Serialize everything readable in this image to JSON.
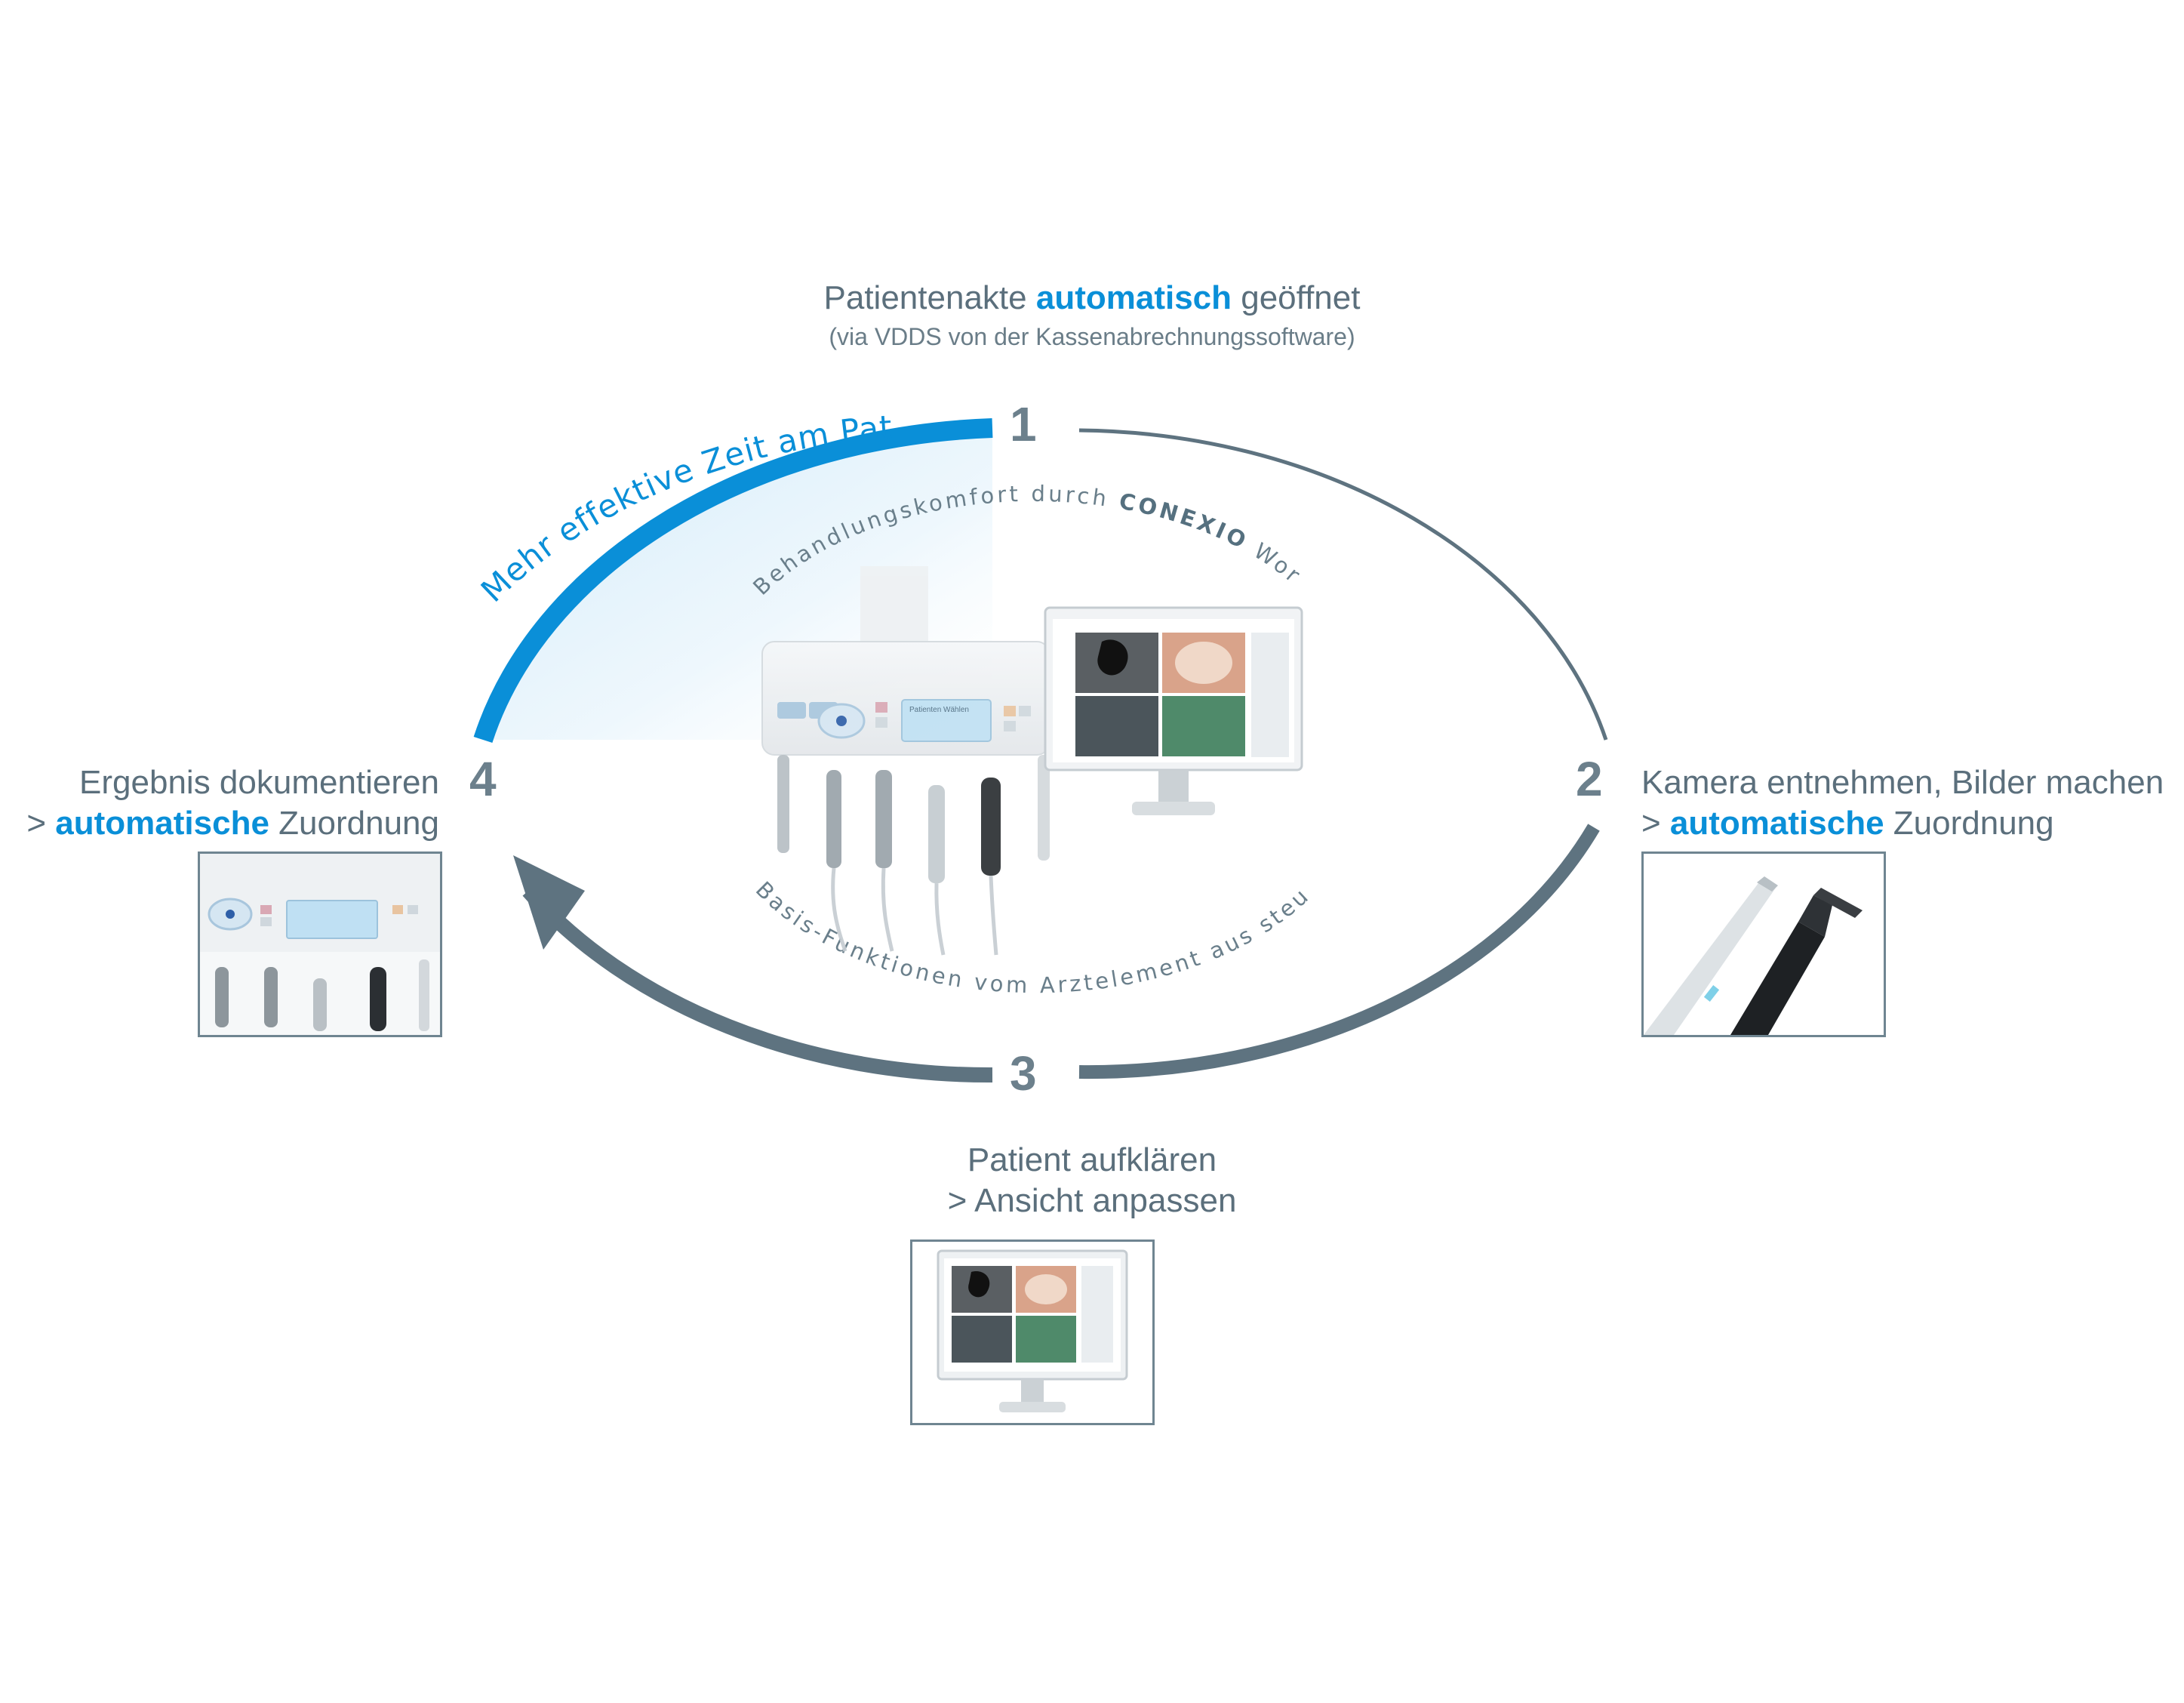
{
  "colors": {
    "accent": "#0a8fd8",
    "cycle": "#5e7380",
    "text": "#5b6f7c"
  },
  "top": {
    "line_pre": "Patientenakte ",
    "line_blue": "automatisch",
    "line_post": " geöffnet",
    "sub": "(via VDDS von der Kassenabrechnungssoftware)"
  },
  "steps": {
    "n1": "1",
    "n2": "2",
    "n3": "3",
    "n4": "4",
    "s2": {
      "line1": "Kamera entnehmen, Bilder machen",
      "prefix": "> ",
      "blue": "automatische",
      "rest": " Zuordnung"
    },
    "s3": {
      "line1": "Patient aufklären",
      "line2": "> Ansicht anpassen"
    },
    "s4": {
      "line1": "Ergebnis dokumentieren",
      "prefix": "> ",
      "blue": "automatische",
      "rest": " Zuordnung"
    }
  },
  "arcs": {
    "effective_time": "Mehr effektive Zeit am Patienten",
    "comfort_pre": "Behandlungskomfort durch ",
    "comfort_brand": "CONEXIO",
    "comfort_post": " Workflow",
    "basis": "Basis-Funktionen vom Arztelement aus steuern"
  },
  "device": {
    "display_label": "Patienten Wählen"
  },
  "icons": [
    "dental-unit-image",
    "monitor-image",
    "intraoral-camera-image"
  ]
}
